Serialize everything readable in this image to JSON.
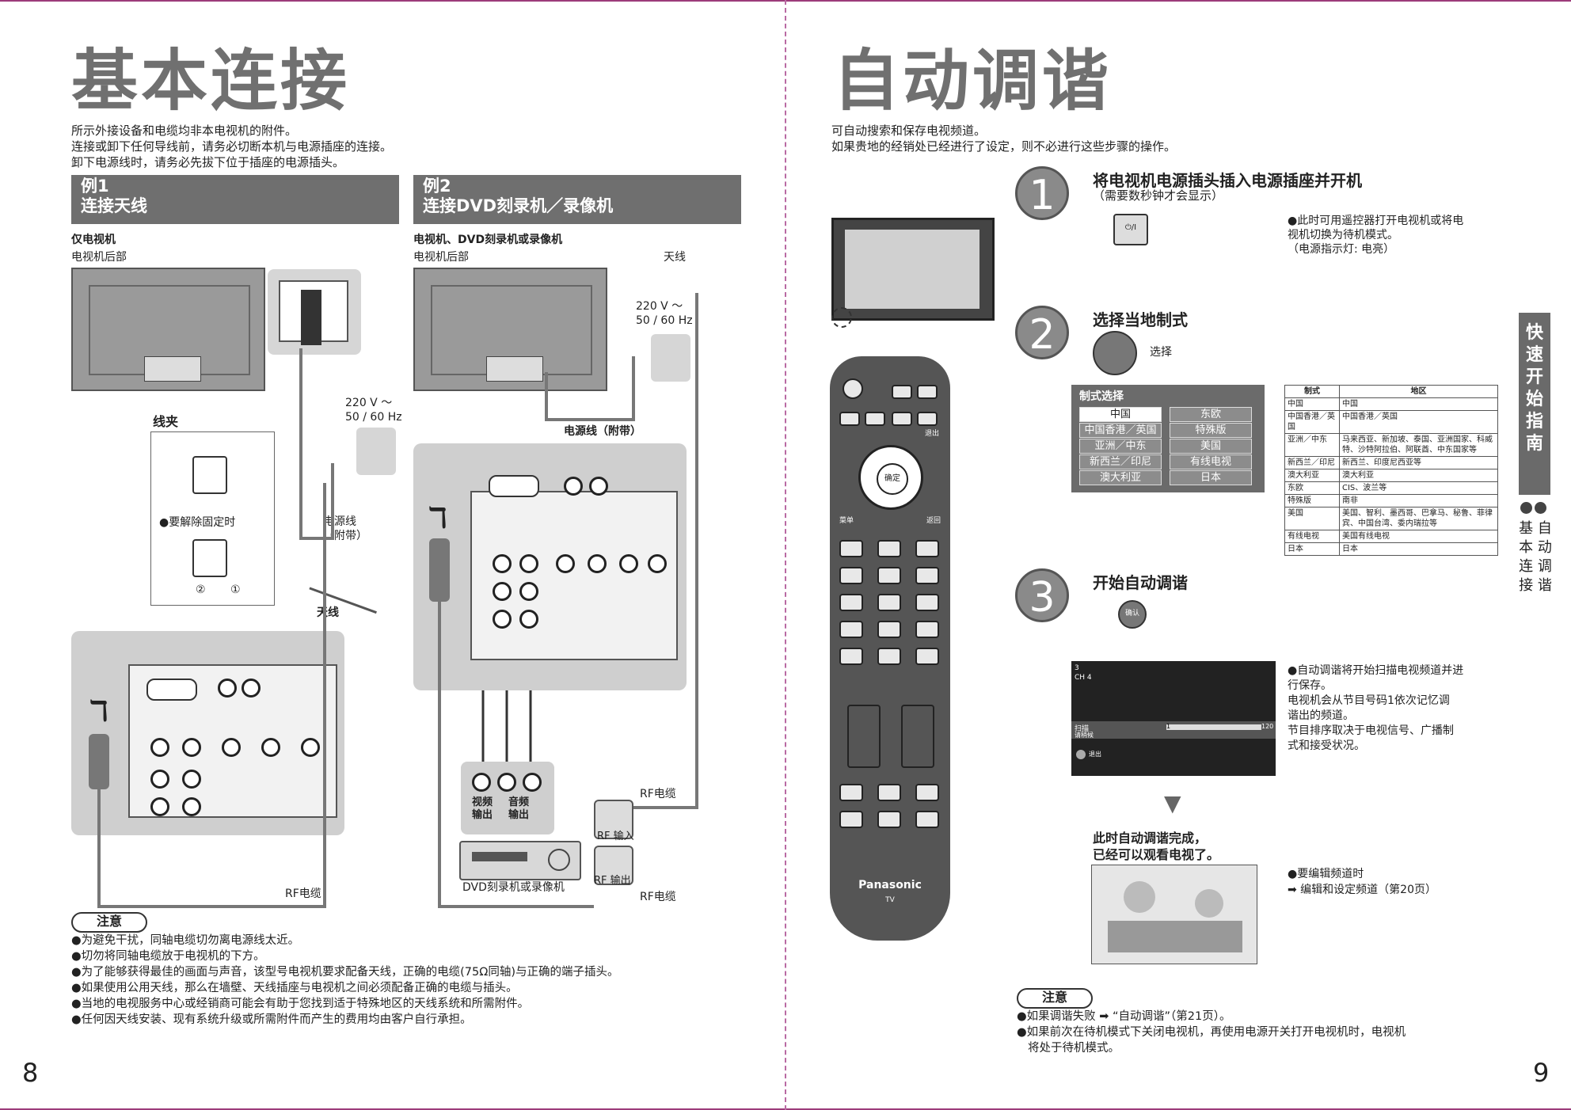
{
  "left": {
    "title": "基本连接",
    "intro": [
      "所示外接设备和电缆均非本电视机的附件。",
      "连接或卸下任何导线前，请务必切断本机与电源插座的连接。",
      "卸下电源线时，请务必先拔下位于插座的电源插头。"
    ],
    "ex1": {
      "num": "例1",
      "title": "连接天线",
      "sub": "仅电视机",
      "back": "电视机后部",
      "clamp": "线夹",
      "release": "●要解除固定时",
      "c1": "①",
      "c2": "②",
      "volt": "220 V ～",
      "hz": "50 / 60 Hz",
      "cord1": "电源线",
      "cord2": "（附带）",
      "antenna": "天线",
      "rf": "RF电缆"
    },
    "ex2": {
      "num": "例2",
      "title": "连接DVD刻录机／录像机",
      "sub": "电视机、DVD刻录机或录像机",
      "back": "电视机后部",
      "antenna": "天线",
      "volt": "220 V ～",
      "hz": "50 / 60 Hz",
      "cord": "电源线（附带）",
      "rf1": "RF电缆",
      "rf2": "RF电缆",
      "rfin": "RF 输入",
      "rfout": "RF 输出",
      "vout1": "视频",
      "vout2": "输出",
      "aout1": "音频",
      "aout2": "输出",
      "device": "DVD刻录机或录像机"
    },
    "note_label": "注意",
    "notes": [
      "●为避免干扰，同轴电缆切勿离电源线太近。",
      "●切勿将同轴电缆放于电视机的下方。",
      "●为了能够获得最佳的画面与声音，该型号电视机要求配备天线，正确的电缆(75Ω同轴)与正确的端子插头。",
      "●如果使用公用天线，那么在墙壁、天线插座与电视机之间必须配备正确的电缆与插头。",
      "●当地的电视服务中心或经销商可能会有助于您找到适于特殊地区的天线系统和所需附件。",
      "●任何因天线安装、现有系统升级或所需附件而产生的费用均由客户自行承担。"
    ],
    "page": "8"
  },
  "right": {
    "title": "自动调谐",
    "intro": [
      "可自动搜索和保存电视频道。",
      "如果贵地的经销处已经进行了设定，则不必进行这些步骤的操作。"
    ],
    "step1": {
      "num": "1",
      "title": "将电视机电源插头插入电源插座并开机",
      "sub": "（需要数秒钟才会显示）",
      "power": "⏻/I",
      "note": [
        "●此时可用遥控器打开电视机或将电",
        "视机切换为待机模式。",
        "（电源指示灯: 电亮）"
      ]
    },
    "step2": {
      "num": "2",
      "title": "选择当地制式",
      "select": "选择",
      "panel_title": "制式选择",
      "options_left": [
        "中国",
        "中国香港／英国",
        "亚洲／中东",
        "新西兰／印尼",
        "澳大利亚"
      ],
      "options_right": [
        "东欧",
        "特殊版",
        "美国",
        "有线电视",
        "日本"
      ]
    },
    "table": {
      "h1": "制式",
      "h2": "地区",
      "rows": [
        [
          "中国",
          "中国"
        ],
        [
          "中国香港／英国",
          "中国香港／英国"
        ],
        [
          "亚洲／中东",
          "马来西亚、新加坡、泰国、亚洲国家、科威特、沙特阿拉伯、阿联酋、中东国家等"
        ],
        [
          "新西兰／印尼",
          "新西兰、印度尼西亚等"
        ],
        [
          "澳大利亚",
          "澳大利亚"
        ],
        [
          "东欧",
          "CIS、波兰等"
        ],
        [
          "特殊版",
          "南非"
        ],
        [
          "美国",
          "美国、智利、墨西哥、巴拿马、秘鲁、菲律宾、中国台湾、委内瑞拉等"
        ],
        [
          "有线电视",
          "美国有线电视"
        ],
        [
          "日本",
          "日本"
        ]
      ]
    },
    "step3": {
      "num": "3",
      "title": "开始自动调谐",
      "ok": "确认",
      "screen_num": "3",
      "screen_ch": "CH 4",
      "scan": "扫描",
      "scan_val": "1",
      "scan_max": "120",
      "scan_sub": "请稍候",
      "exit": "退出",
      "note": [
        "●自动调谐将开始扫描电视频道并进",
        "行保存。",
        "电视机会从节目号码1依次记忆调",
        "谐出的频道。",
        "节目排序取决于电视信号、广播制",
        "式和接受状况。"
      ]
    },
    "done": [
      "此时自动调谐完成，",
      "已经可以观看电视了。"
    ],
    "edit": [
      "●要编辑频道时",
      "➡ 编辑和设定频道（第20页）"
    ],
    "remote": {
      "brand": "Panasonic",
      "tv": "TV",
      "ok": "确定",
      "exit": "退出",
      "menu": "菜单",
      "back": "返回"
    },
    "note_label": "注意",
    "notes": [
      "●如果调谐失败 ➡ “自动调谐”（第21页）。",
      "●如果前次在待机模式下关闭电视机，再使用电源开关打开电视机时，电视机",
      "将处于待机模式。"
    ],
    "side_tab": [
      "快",
      "速",
      "开",
      "始",
      "指",
      "南"
    ],
    "side_sub": [
      "基 自",
      "本 动",
      "连 调",
      "接 谐"
    ],
    "page": "9"
  }
}
